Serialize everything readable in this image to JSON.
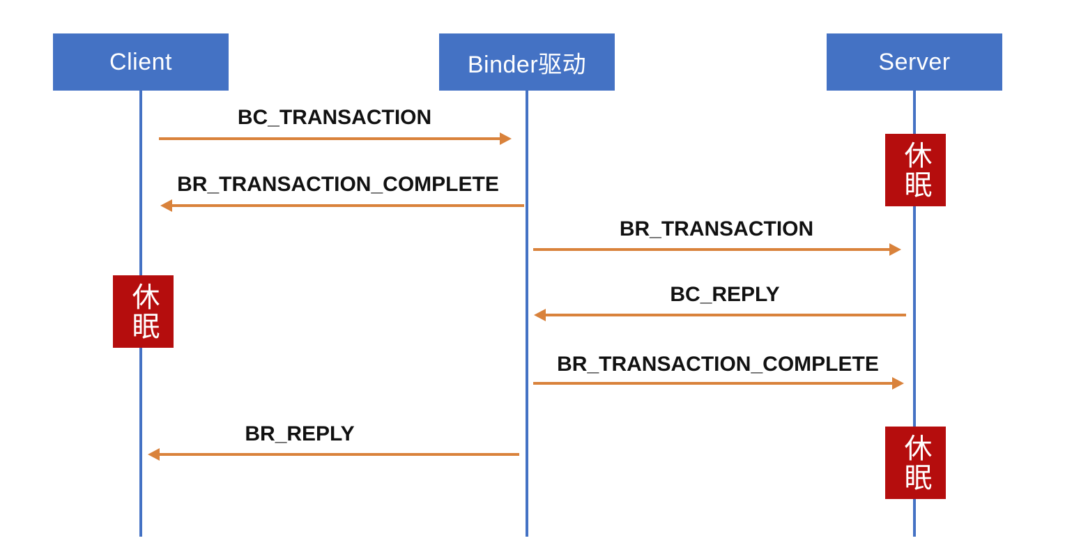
{
  "diagram": {
    "type": "sequence-diagram",
    "actors": [
      {
        "id": "client",
        "label": "Client"
      },
      {
        "id": "binder",
        "label": "Binder驱动"
      },
      {
        "id": "server",
        "label": "Server"
      }
    ],
    "messages": [
      {
        "label": "BC_TRANSACTION",
        "from": "client",
        "to": "binder",
        "direction": "right"
      },
      {
        "label": "BR_TRANSACTION_COMPLETE",
        "from": "binder",
        "to": "client",
        "direction": "left"
      },
      {
        "label": "BR_TRANSACTION",
        "from": "binder",
        "to": "server",
        "direction": "right"
      },
      {
        "label": "BC_REPLY",
        "from": "server",
        "to": "binder",
        "direction": "left"
      },
      {
        "label": "BR_TRANSACTION_COMPLETE",
        "from": "binder",
        "to": "server",
        "direction": "right"
      },
      {
        "label": "BR_REPLY",
        "from": "binder",
        "to": "client",
        "direction": "left"
      }
    ],
    "sleep_markers": [
      {
        "label": "休眠",
        "lifeline": "server",
        "position": "top"
      },
      {
        "label": "休眠",
        "lifeline": "client",
        "position": "middle"
      },
      {
        "label": "休眠",
        "lifeline": "server",
        "position": "bottom"
      }
    ],
    "colors": {
      "actor_fill": "#4472C4",
      "actor_text": "#FFFFFF",
      "lifeline": "#4472C4",
      "arrow": "#D9823B",
      "message_text": "#111111",
      "sleep_fill": "#B50D0D",
      "sleep_text": "#FFFFFF"
    }
  }
}
